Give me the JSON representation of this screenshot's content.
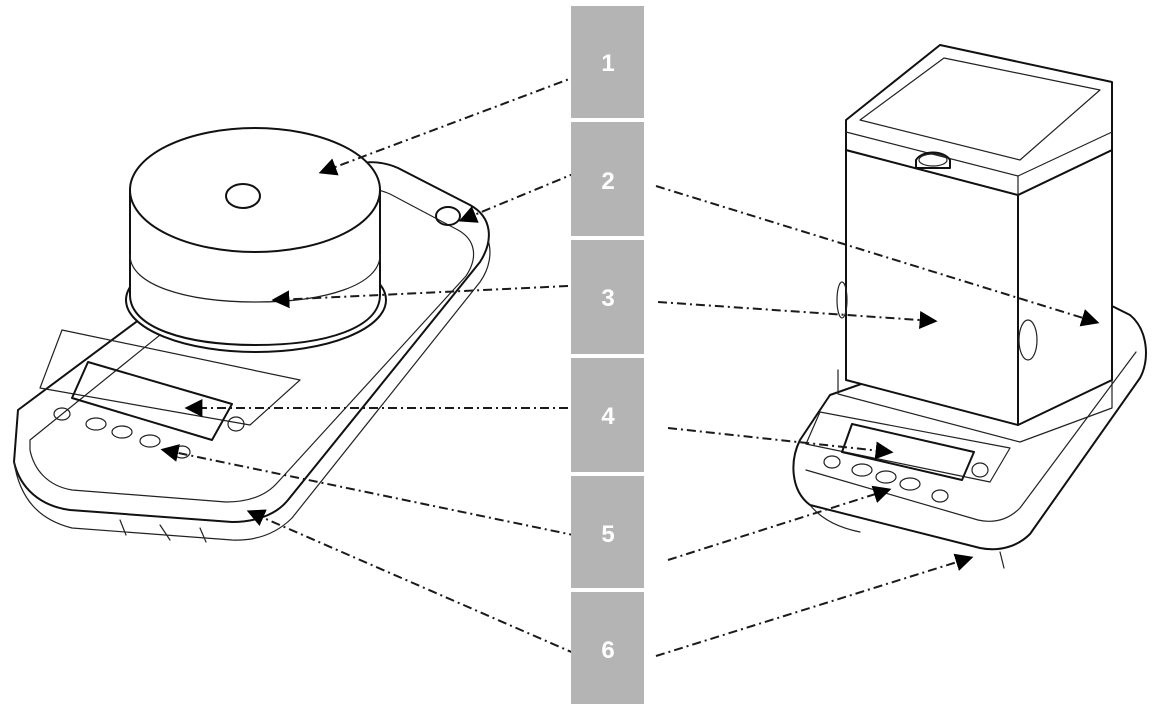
{
  "callouts": [
    {
      "label": "1"
    },
    {
      "label": "2"
    },
    {
      "label": "3"
    },
    {
      "label": "4"
    },
    {
      "label": "5"
    },
    {
      "label": "6"
    }
  ],
  "devices": [
    "precision-balance",
    "analytical-balance-with-draft-shield"
  ]
}
